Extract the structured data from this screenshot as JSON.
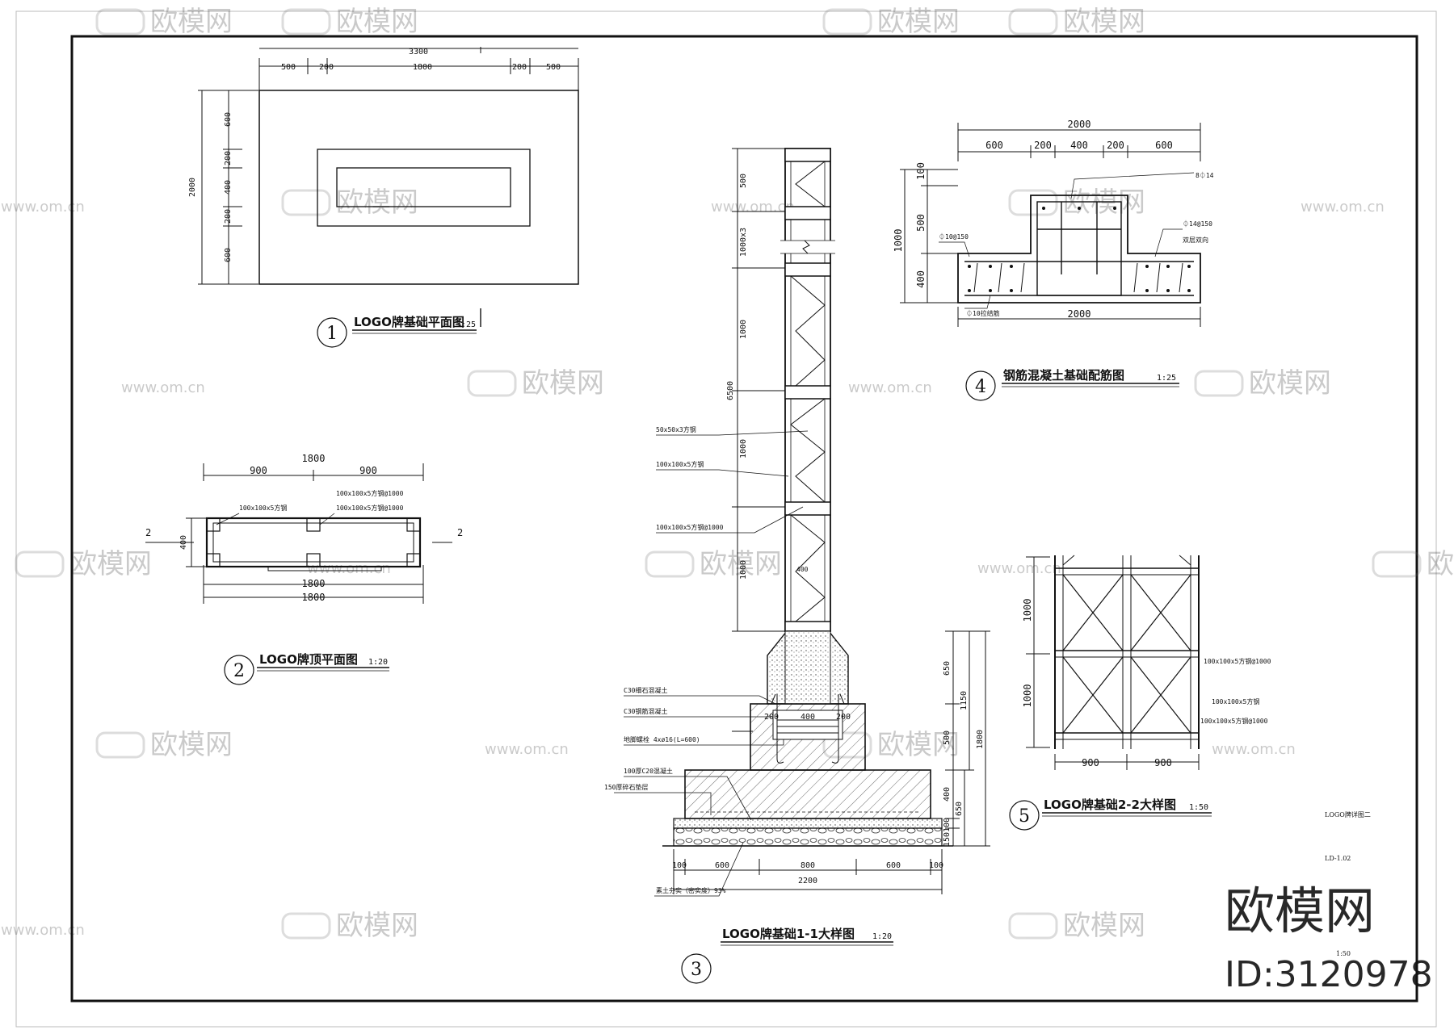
{
  "watermark": {
    "brand": "欧模网",
    "url": "www.om.cn",
    "logo_text": "欧模网",
    "id": "ID:3120978"
  },
  "sheet": {
    "name": "LOGO牌详图二",
    "code": "LD-1.02",
    "scale_note": "1:50"
  },
  "views": {
    "v1": {
      "num": "1",
      "title": "LOGO牌基础平面图",
      "scale": "1:25"
    },
    "v2": {
      "num": "2",
      "title": "LOGO牌顶平面图",
      "scale": "1:20"
    },
    "v3": {
      "num": "3",
      "title": "LOGO牌基础1-1大样图",
      "scale": "1:20"
    },
    "v4": {
      "num": "4",
      "title": "钢筋混凝土基础配筋图",
      "scale": "1:25"
    },
    "v5": {
      "num": "5",
      "title": "LOGO牌基础2-2大样图",
      "scale": "1:50"
    }
  },
  "plan1": {
    "top_total": "3300",
    "top_dims": [
      "500",
      "200",
      "1800",
      "200",
      "500"
    ],
    "left_total": "2000",
    "left_dims": [
      "600",
      "200",
      "400",
      "200",
      "600"
    ]
  },
  "plan2": {
    "top_total": "1800",
    "top_dims": [
      "900",
      "900"
    ],
    "left_dim": "400",
    "bottom_dims": [
      "1800",
      "1800"
    ],
    "labels": [
      "100x100x5方钢",
      "100x100x5方钢@1000",
      "100x100x5方钢@1000"
    ],
    "section_mark": "2"
  },
  "section3": {
    "left_dims": [
      "500",
      "1000x3",
      "1000",
      "1000",
      "1000"
    ],
    "total": "6500",
    "callouts": [
      "50x50x3方钢",
      "100x100x5方钢",
      "100x100x5方钢@1000",
      "C30细石混凝土",
      "C30钢筋混凝土",
      "地脚螺栓 4xø16(L=600)",
      "100厚C20混凝土",
      "150厚碎石垫层",
      "素土夯实（密实度）93%"
    ],
    "right_dims": [
      "650",
      "500",
      "400",
      "100",
      "150"
    ],
    "right_totals": [
      "1150",
      "1800",
      "650"
    ],
    "mid_dims": [
      "200",
      "400",
      "200"
    ],
    "bottom_dims": [
      "100",
      "600",
      "800",
      "600",
      "100"
    ],
    "bottom_total": "2200",
    "post_mark": "400"
  },
  "rebar4": {
    "top_total": "2000",
    "top_dims": [
      "600",
      "200",
      "400",
      "200",
      "600"
    ],
    "left_total": "1000",
    "left_dims": [
      "100",
      "500",
      "400"
    ],
    "bottom_total": "2000",
    "labels": [
      "8⏀14",
      "⏀10@150",
      "⏀14@150",
      "双层双向",
      "⏀10拉结筋"
    ]
  },
  "detail5": {
    "left_dims": [
      "1000",
      "1000"
    ],
    "bottom_dims": [
      "900",
      "900"
    ],
    "labels": [
      "100x100x5方钢@1000",
      "100x100x5方钢",
      "100x100x5方钢@1000"
    ]
  }
}
